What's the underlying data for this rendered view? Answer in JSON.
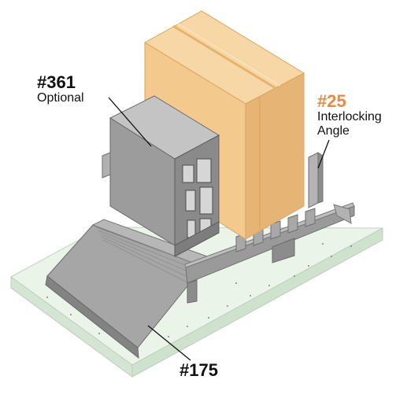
{
  "callouts": {
    "part_361": {
      "number": "#361",
      "description": "Optional"
    },
    "part_25": {
      "number": "#25",
      "description_line1": "Interlocking",
      "description_line2": "Angle"
    },
    "part_175": {
      "number": "#175"
    }
  },
  "colors": {
    "accent_orange": "#f0883c",
    "text_dark": "#111111",
    "concrete_slab": "#e3f0e2",
    "door_frame_gray": "#9c9c9c",
    "cardboard_box": "#f4c98e"
  }
}
